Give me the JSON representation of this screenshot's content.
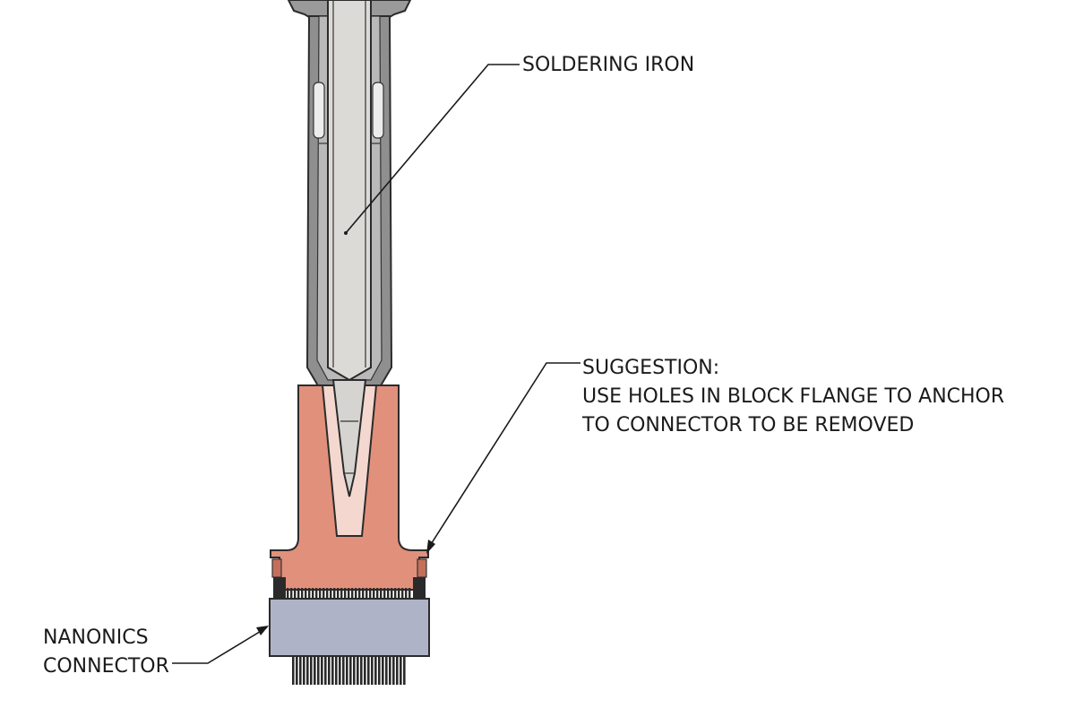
{
  "labels": {
    "soldering_iron": "SOLDERING IRON",
    "suggestion_title": "SUGGESTION:",
    "suggestion_line1": "USE HOLES IN BLOCK FLANGE TO ANCHOR",
    "suggestion_line2": "TO CONNECTOR TO BE REMOVED",
    "connector_line1": "NANONICS",
    "connector_line2": "CONNECTOR"
  },
  "colors": {
    "iron_sleeve": "#8f8f8f",
    "iron_shaft": "#dcdad6",
    "heater_block": "#e1907c",
    "connector_body": "#aeb3c8",
    "pins": "#2a2a2a",
    "ink": "#1a1a1a"
  }
}
